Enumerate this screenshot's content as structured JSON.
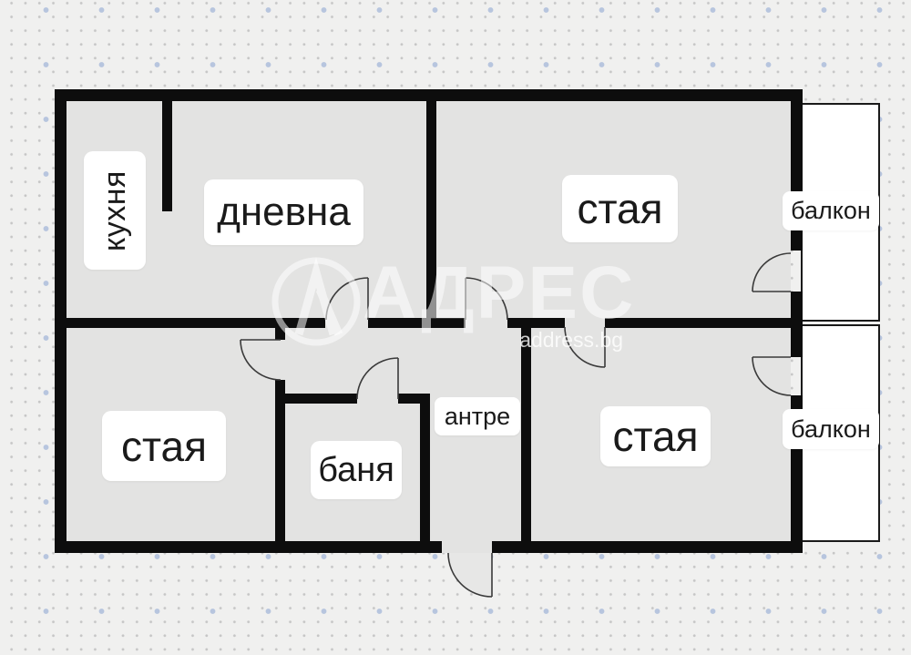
{
  "floorplan": {
    "rooms": {
      "kitchen": "кухня",
      "living_room": "дневна",
      "room_top_right": "стая",
      "room_bottom_left": "стая",
      "room_bottom_right": "стая",
      "bathroom": "баня",
      "hallway": "антре",
      "balcony_top": "балкон",
      "balcony_bottom": "балкон"
    },
    "watermark": {
      "brand": "АДРЕС",
      "website": "address.bg",
      "logo_letter": "А"
    },
    "colors": {
      "background": "#f0f0ef",
      "dot_small": "#c6c6c6",
      "dot_accent": "#b7c5de",
      "floor": "#e3e3e2",
      "wall": "#0d0d0d",
      "balcony_fill": "#ffffff",
      "door_stroke": "#3a3a3a",
      "label_bg": "#ffffff",
      "label_text": "#1a1a1a"
    }
  }
}
